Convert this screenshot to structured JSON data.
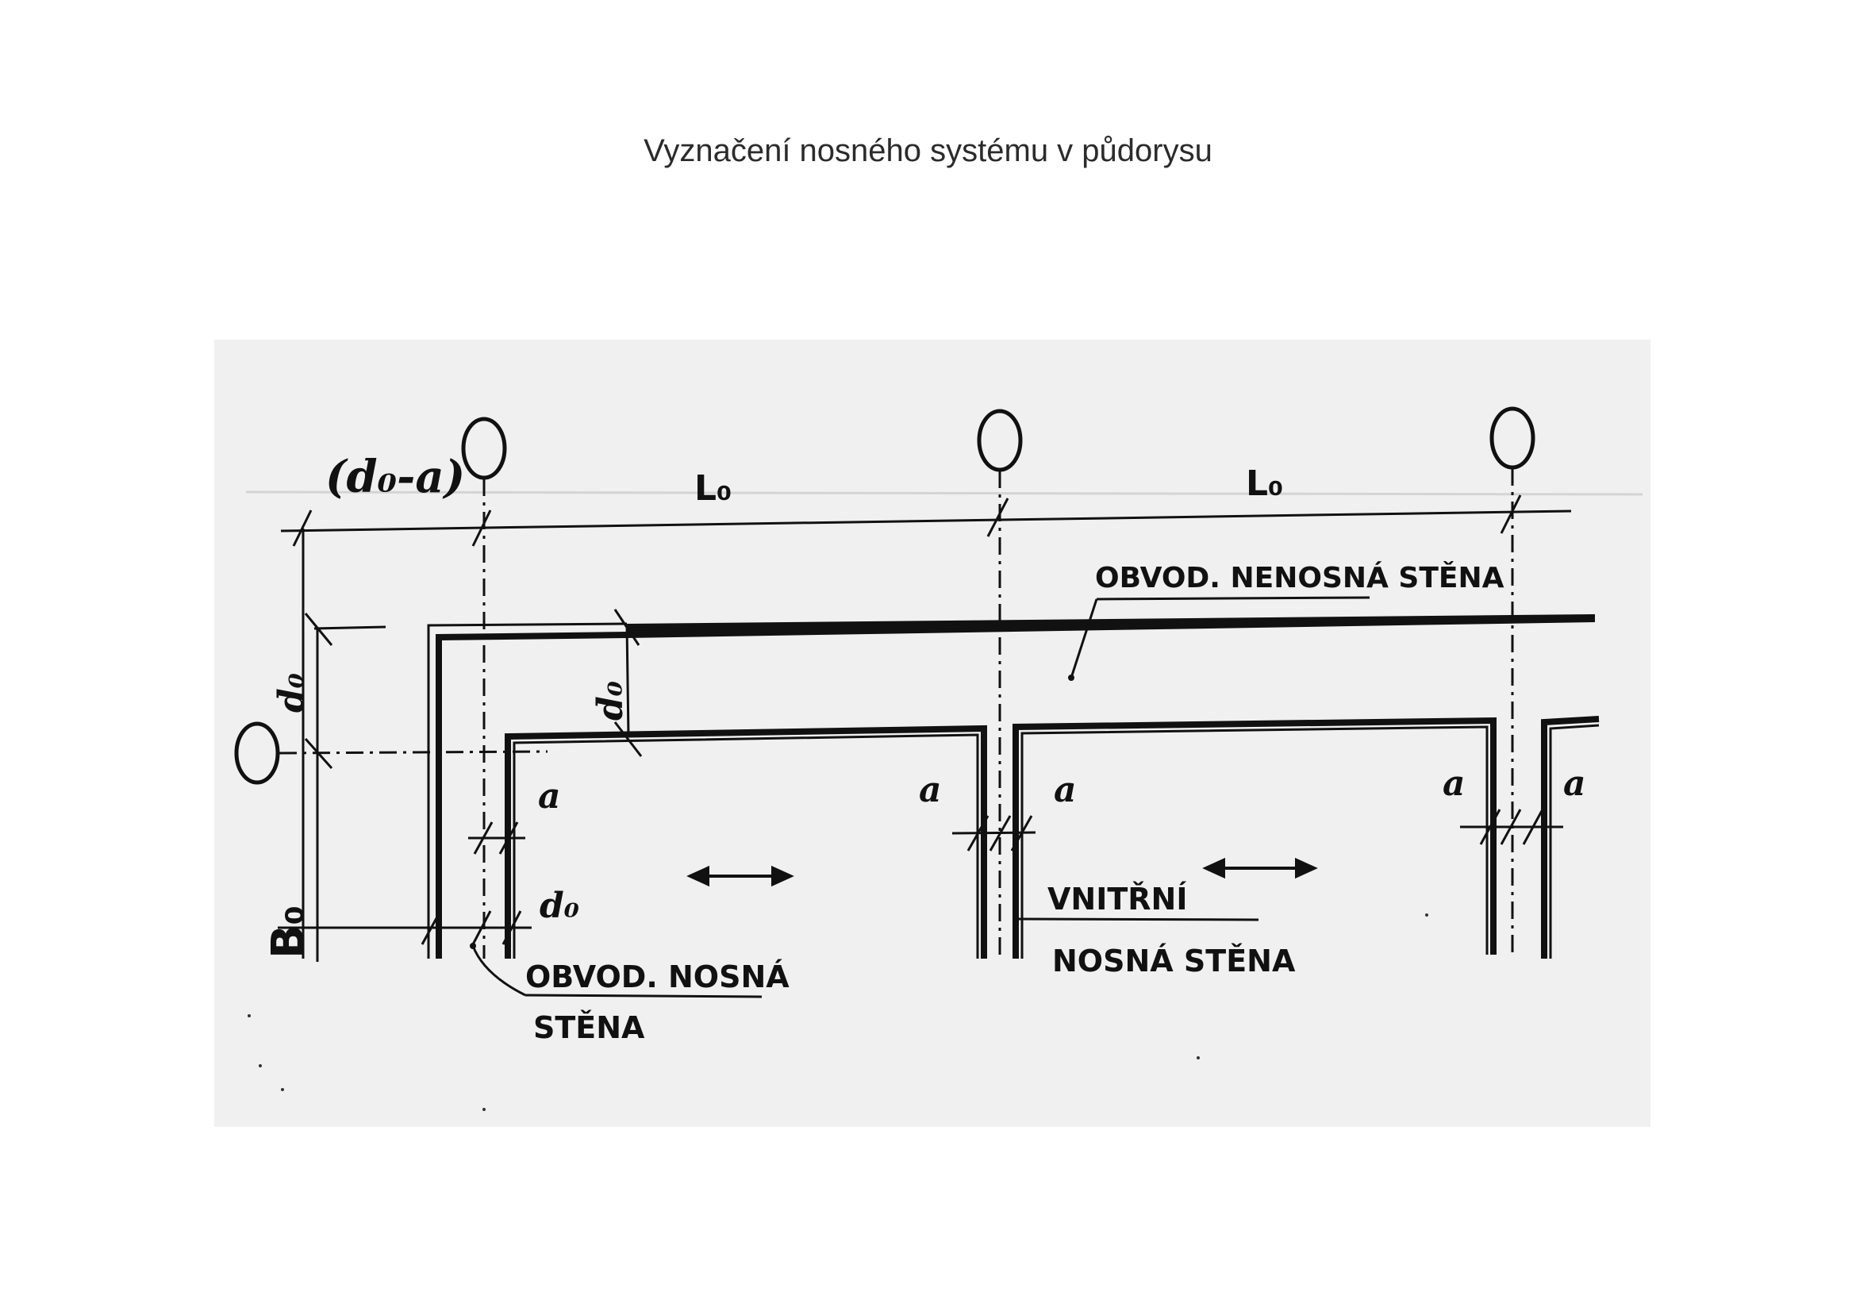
{
  "title": "Vyznačení nosného systému v půdorysu",
  "labels": {
    "do_minus_a": "(d₀-a)",
    "span_left": "L₀",
    "span_right": "L₀",
    "depth_top": "d₀",
    "depth_inner": "d₀",
    "depth_lower": "d₀",
    "width_b": "B₀",
    "a_left": "a",
    "a_mid_left": "a",
    "a_mid_right": "a",
    "a_right_left": "a",
    "a_right_right": "a",
    "nonbearing_wall": "OBVOD. NENOSNÁ STĚNA",
    "bearing_wall_line1": "OBVOD. NOSNÁ",
    "bearing_wall_line2": "STĚNA",
    "internal_wall_line1": "VNITŘNÍ",
    "internal_wall_line2": "NOSNÁ STĚNA"
  },
  "colors": {
    "ink": "#111111",
    "scan_background": "#f0f0f0",
    "title_text": "#2b2b2b"
  }
}
